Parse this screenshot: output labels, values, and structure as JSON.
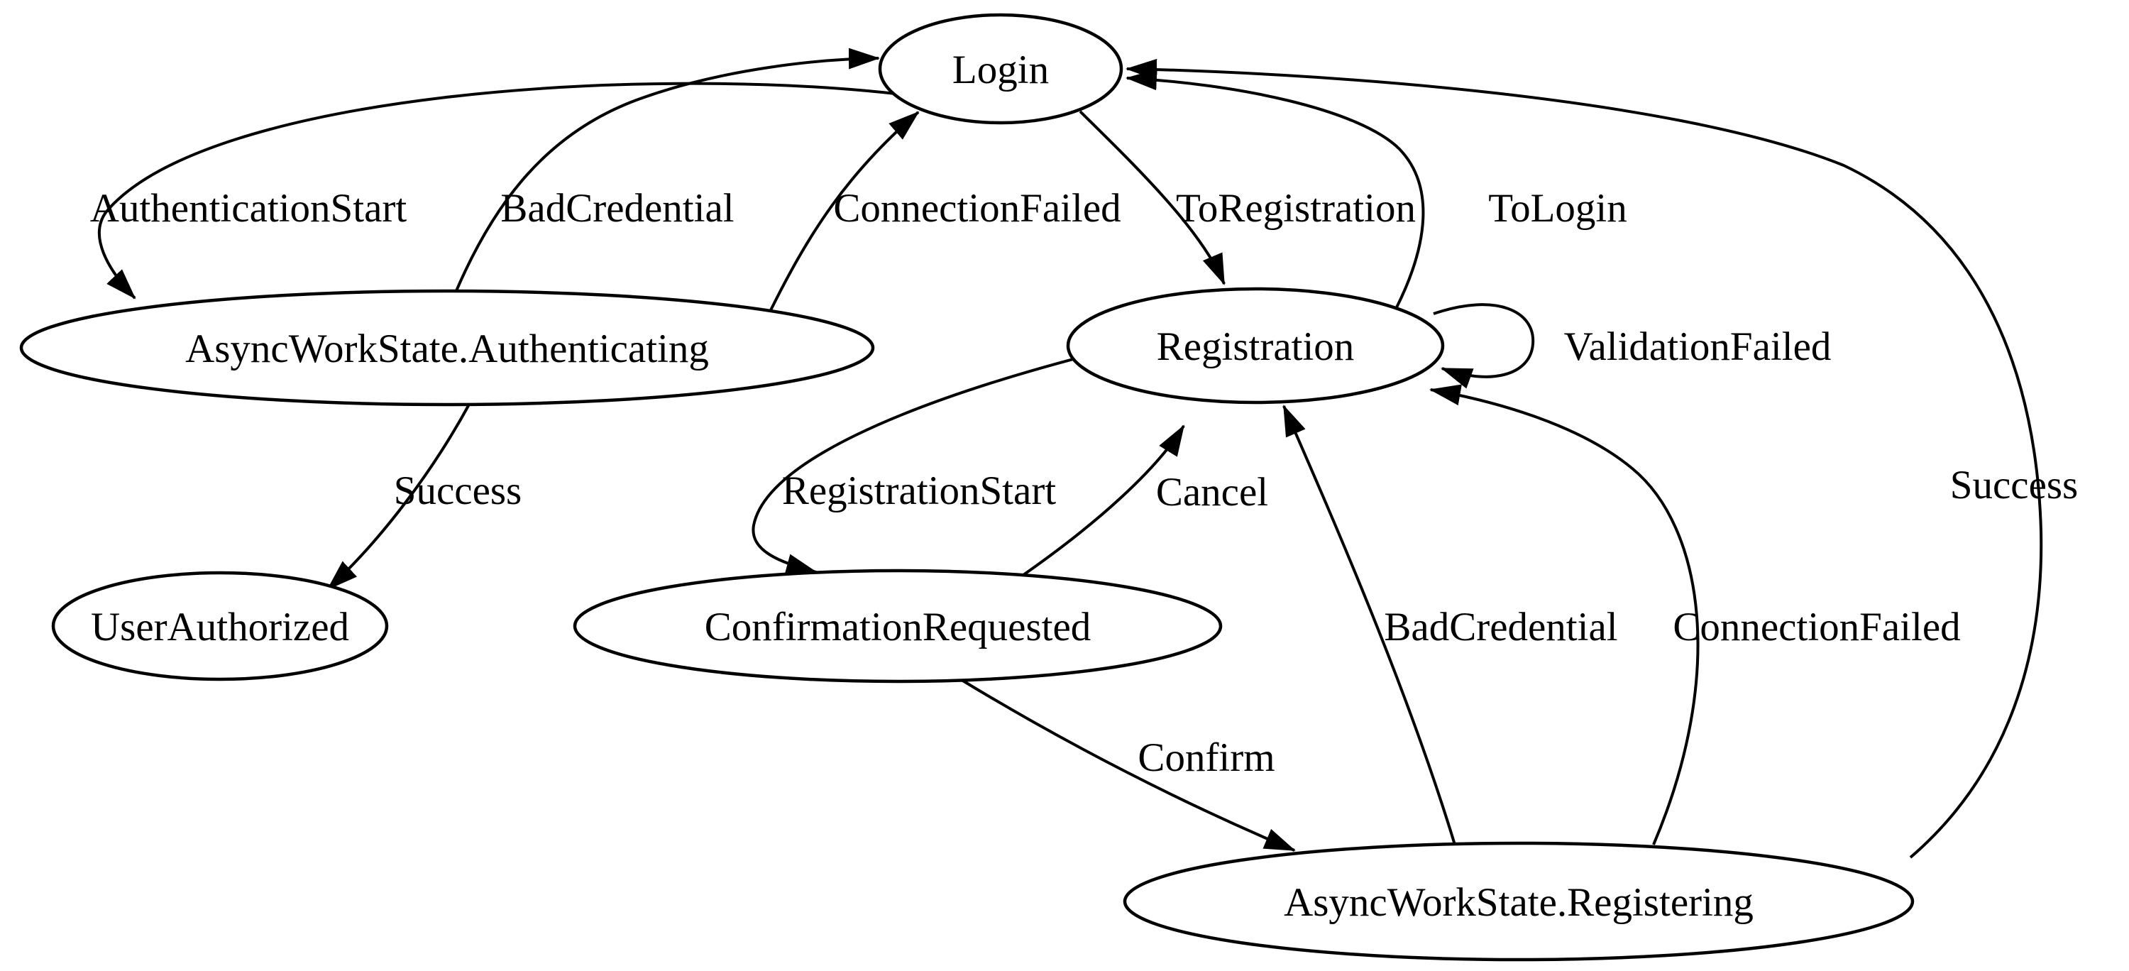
{
  "diagram": {
    "type": "state-machine-graph",
    "background_color": "#ffffff",
    "stroke_color": "#000000",
    "nodes": {
      "login": {
        "label": "Login"
      },
      "authenticating": {
        "label": "AsyncWorkState.Authenticating"
      },
      "registration": {
        "label": "Registration"
      },
      "user_authorized": {
        "label": "UserAuthorized"
      },
      "confirmation_requested": {
        "label": "ConfirmationRequested"
      },
      "registering": {
        "label": "AsyncWorkState.Registering"
      }
    },
    "edges": {
      "authentication_start": {
        "label": "AuthenticationStart",
        "from": "Login",
        "to": "AsyncWorkState.Authenticating"
      },
      "bad_credential_auth": {
        "label": "BadCredential",
        "from": "AsyncWorkState.Authenticating",
        "to": "Login"
      },
      "connection_failed_auth": {
        "label": "ConnectionFailed",
        "from": "AsyncWorkState.Authenticating",
        "to": "Login"
      },
      "to_registration": {
        "label": "ToRegistration",
        "from": "Login",
        "to": "Registration"
      },
      "to_login": {
        "label": "ToLogin",
        "from": "Registration",
        "to": "Login"
      },
      "validation_failed": {
        "label": "ValidationFailed",
        "from": "Registration",
        "to": "Registration"
      },
      "success_auth": {
        "label": "Success",
        "from": "AsyncWorkState.Authenticating",
        "to": "UserAuthorized"
      },
      "registration_start": {
        "label": "RegistrationStart",
        "from": "Registration",
        "to": "ConfirmationRequested"
      },
      "cancel": {
        "label": "Cancel",
        "from": "ConfirmationRequested",
        "to": "Registration"
      },
      "confirm": {
        "label": "Confirm",
        "from": "ConfirmationRequested",
        "to": "AsyncWorkState.Registering"
      },
      "bad_credential_reg": {
        "label": "BadCredential",
        "from": "AsyncWorkState.Registering",
        "to": "Registration"
      },
      "connection_failed_reg": {
        "label": "ConnectionFailed",
        "from": "AsyncWorkState.Registering",
        "to": "Registration"
      },
      "success_reg": {
        "label": "Success",
        "from": "AsyncWorkState.Registering",
        "to": "Login"
      }
    }
  }
}
